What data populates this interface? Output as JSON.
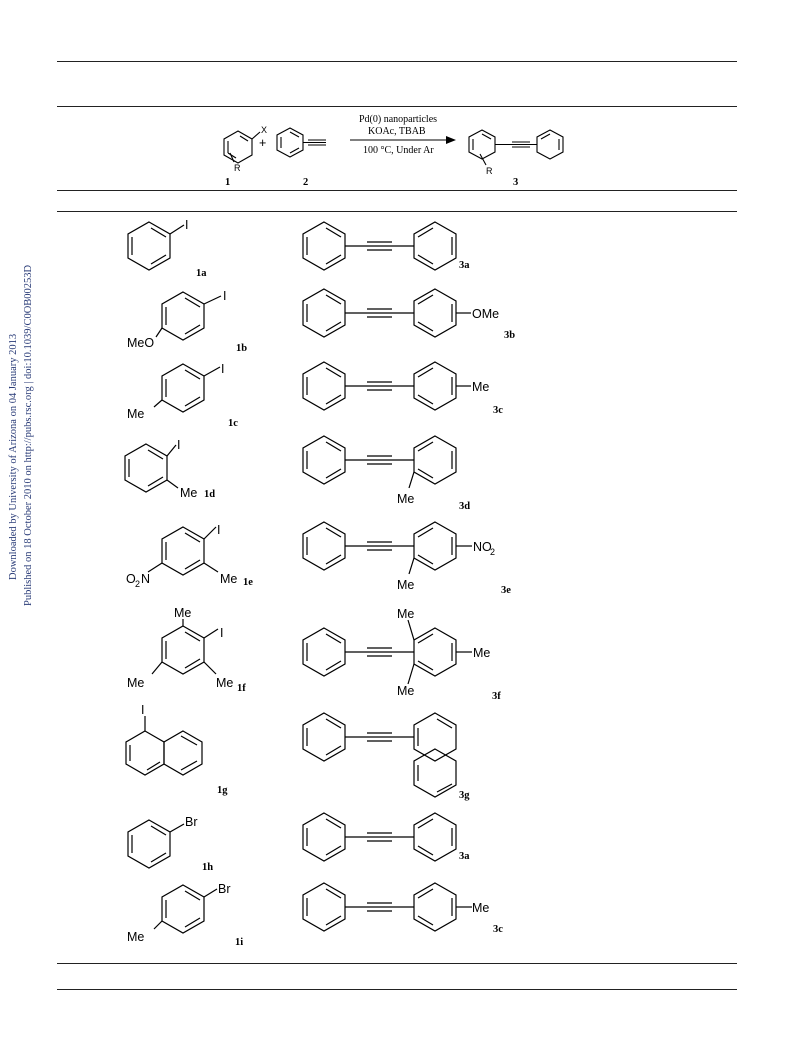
{
  "sidebar": {
    "downloaded": "Downloaded by University of Arizona on 04 January 2013",
    "published": "Published on 18 October 2010 on http://pubs.rsc.org | doi:10.1039/C0OB00253D"
  },
  "scheme": {
    "substituent_x": "X",
    "substituent_r": "R",
    "plus": "+",
    "condition_1": "Pd(0) nanoparticles",
    "condition_2": "KOAc, TBAB",
    "condition_3": "100 °C, Under Ar",
    "label_1": "1",
    "label_2": "2",
    "label_3": "3"
  },
  "atoms": {
    "I": "I",
    "Br": "Br",
    "Me": "Me",
    "MeO": "MeO",
    "OMe": "OMe",
    "O2N_O": "O",
    "O2N_sub": "2",
    "O2N_N": "N",
    "NO2_pre": "NO",
    "NO2_sub": "2"
  },
  "rows": [
    {
      "substrate_label": "1a",
      "product_label": "3a"
    },
    {
      "substrate_label": "1b",
      "product_label": "3b"
    },
    {
      "substrate_label": "1c",
      "product_label": "3c"
    },
    {
      "substrate_label": "1d",
      "product_label": "3d"
    },
    {
      "substrate_label": "1e",
      "product_label": "3e"
    },
    {
      "substrate_label": "1f",
      "product_label": "3f"
    },
    {
      "substrate_label": "1g",
      "product_label": "3g"
    },
    {
      "substrate_label": "1h",
      "product_label": "3a"
    },
    {
      "substrate_label": "1i",
      "product_label": "3c"
    }
  ]
}
